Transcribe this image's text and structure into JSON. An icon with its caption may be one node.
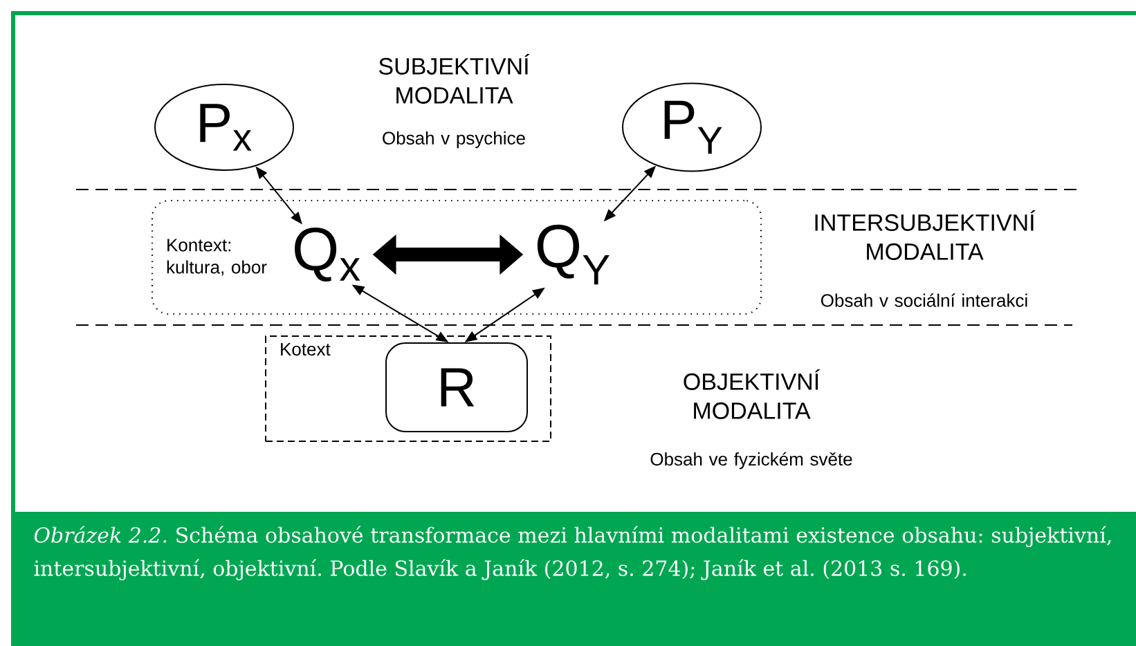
{
  "diagram": {
    "caption": "*Obrázek 2.2.* Schéma obsahové transformace mezi hlavními modalitami existence obsahu: subjektivní, intersubjektivní, objektivní. Podle Slavík a Janík (2012, s. 274); Janík et al. (2013 s. 169).",
    "nodes": [
      {
        "text": [
          "P$_{x}$"
        ]
      },
      {
        "text": [
          "P$_{Y}$"
        ]
      },
      {
        "text": [
          "Kontext: kultura, obor"
        ]
      },
      {
        "text": [
          "Q$_{x}$"
        ],
        "in": 2
      },
      {
        "text": [
          "Q$_{Y}$"
        ],
        "in": 2
      },
      {
        "text": [
          "Kotext"
        ]
      },
      {
        "text": [
          "R"
        ],
        "in": 5
      }
    ],
    "edges": [
      {
        "from": 0,
        "to": 3,
        "arrow": "both"
      },
      {
        "from": 1,
        "to": 4,
        "arrow": "both"
      },
      {
        "from": 3,
        "to": 4,
        "arrow": "both",
        "style": "thick"
      },
      {
        "from": 6,
        "to": 3,
        "arrow": "both"
      },
      {
        "from": 6,
        "to": 4,
        "arrow": "both"
      }
    ],
    "labels": [
      "SUBJEKTIVNÍ MODALITA",
      "Obsah v psychice",
      "INTERSUBJEKTIVNÍ MODALITA",
      "Obsah v sociální interakci",
      "OBJEKTIVNÍ MODALITA",
      "Obsah ve fyzickém světe"
    ]
  }
}
